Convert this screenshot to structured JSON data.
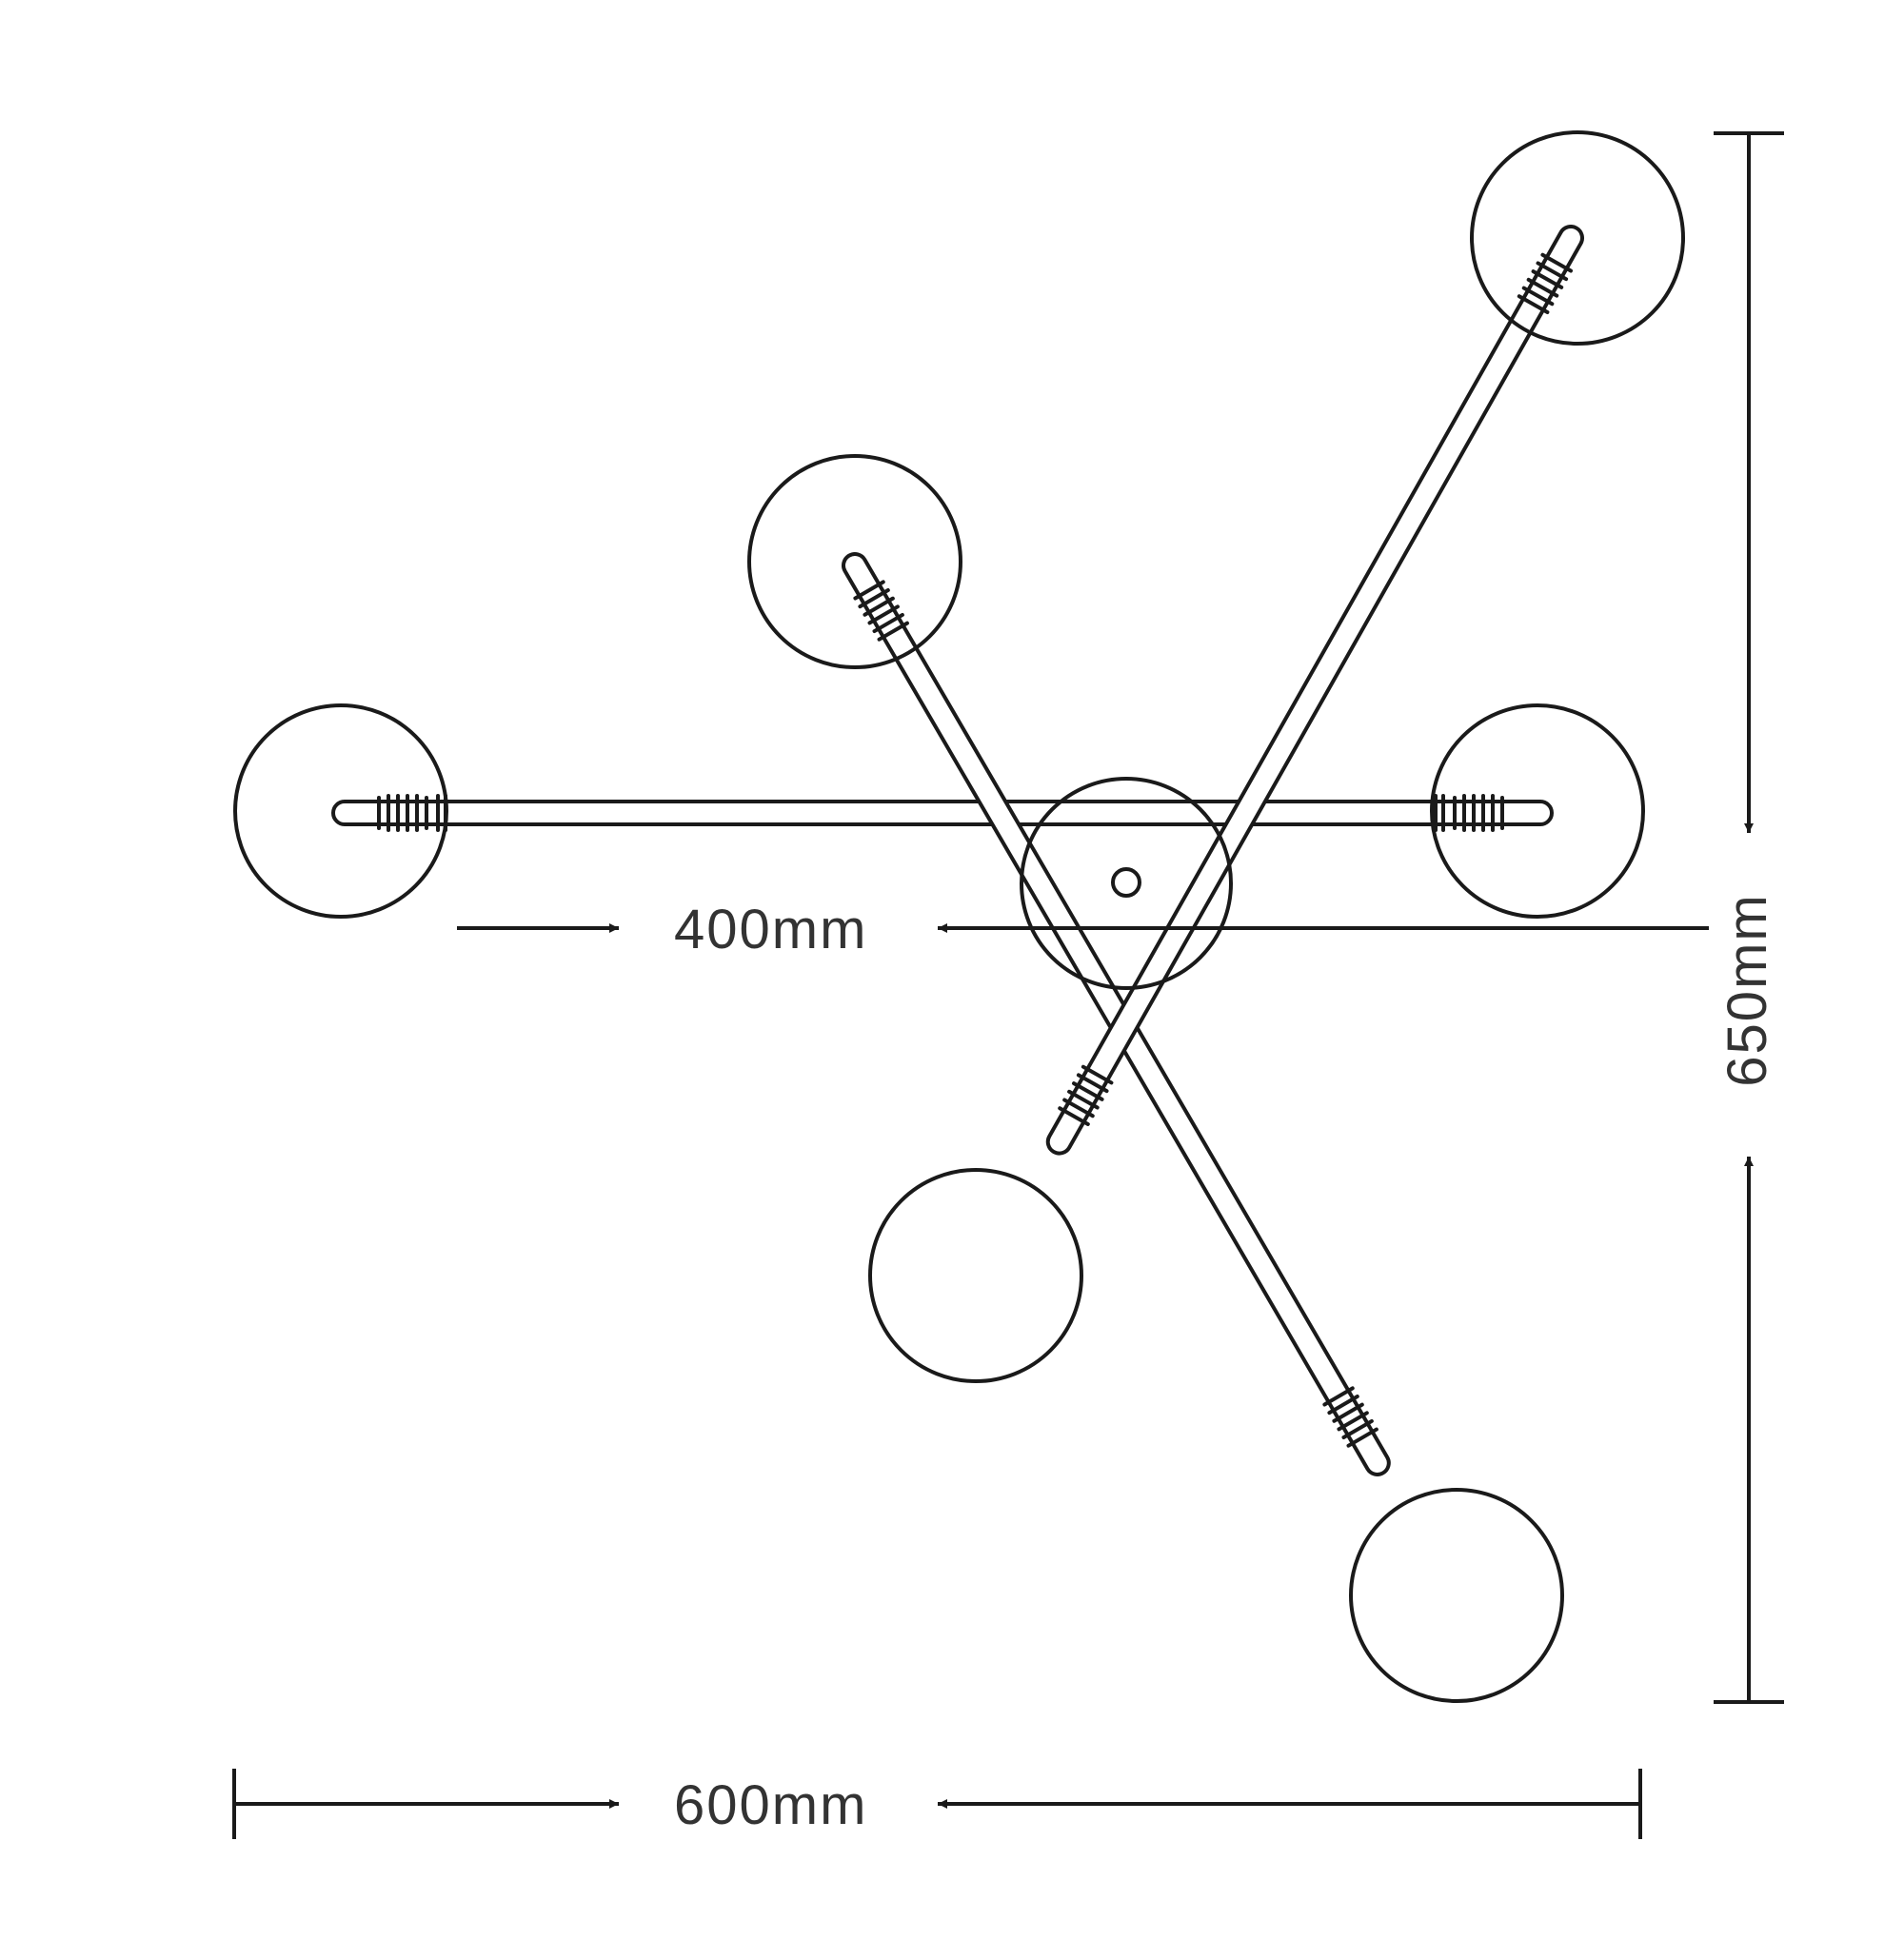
{
  "dimensions": {
    "inner_width": "400mm",
    "overall_width": "600mm",
    "overall_height": "650mm"
  },
  "colors": {
    "line": "#1a1a1a",
    "text": "#333333",
    "background": "#ffffff"
  }
}
